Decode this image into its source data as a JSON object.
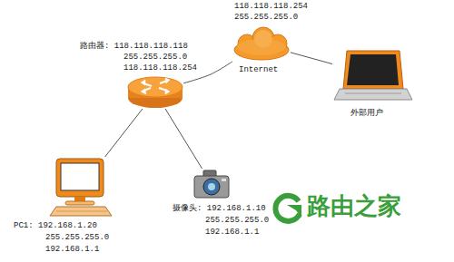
{
  "diagram": {
    "nodes": [
      {
        "text": [
          "118.118.118.254",
          "255.255.255.0",
          "Internet"
        ]
      },
      {
        "text": [
          "路由器: 118.118.118.118",
          "255.255.255.0",
          "118.118.118.254"
        ]
      },
      {
        "text": [
          "外部用户"
        ]
      },
      {
        "text": [
          "PC1: 192.168.1.20",
          "255.255.255.0",
          "192.168.1.1"
        ]
      },
      {
        "text": [
          "摄像头: 192.168.1.10",
          "255.255.255.0",
          "192.168.1.1"
        ]
      }
    ],
    "edges": [
      {
        "from": 1,
        "to": 0,
        "arrow": "none"
      },
      {
        "from": 0,
        "to": 2,
        "arrow": "none"
      },
      {
        "from": 1,
        "to": 3,
        "arrow": "none"
      },
      {
        "from": 1,
        "to": 4,
        "arrow": "none"
      }
    ],
    "labels": [
      "路由之家"
    ]
  }
}
